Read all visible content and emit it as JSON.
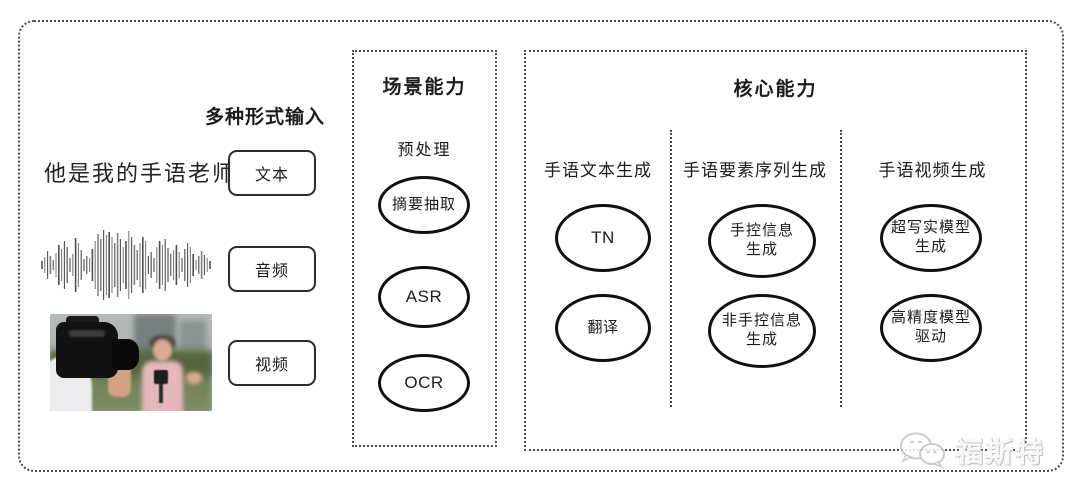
{
  "input_section": {
    "label": "多种形式输入",
    "sentence": "他是我的手语老师",
    "items": [
      {
        "label": "文本"
      },
      {
        "label": "音频"
      },
      {
        "label": "视频"
      }
    ]
  },
  "scene_box": {
    "title": "场景能力",
    "subtitle": "预处理",
    "nodes": [
      "摘要抽取",
      "ASR",
      "OCR"
    ]
  },
  "core_box": {
    "title": "核心能力",
    "columns": [
      {
        "header": "手语文本生成",
        "nodes": [
          "TN",
          "翻译"
        ]
      },
      {
        "header": "手语要素序列生成",
        "nodes": [
          "手控信息\n生成",
          "非手控信息\n生成"
        ]
      },
      {
        "header": "手语视频生成",
        "nodes": [
          "超写实模型\n生成",
          "高精度模型\n驱动"
        ]
      }
    ]
  },
  "watermark": {
    "text": "福斯特",
    "icon": "wechat-icon"
  },
  "colors": {
    "line": "#4a4a4a",
    "node_stroke": "#101010",
    "waveform": "#3c3c3c"
  }
}
